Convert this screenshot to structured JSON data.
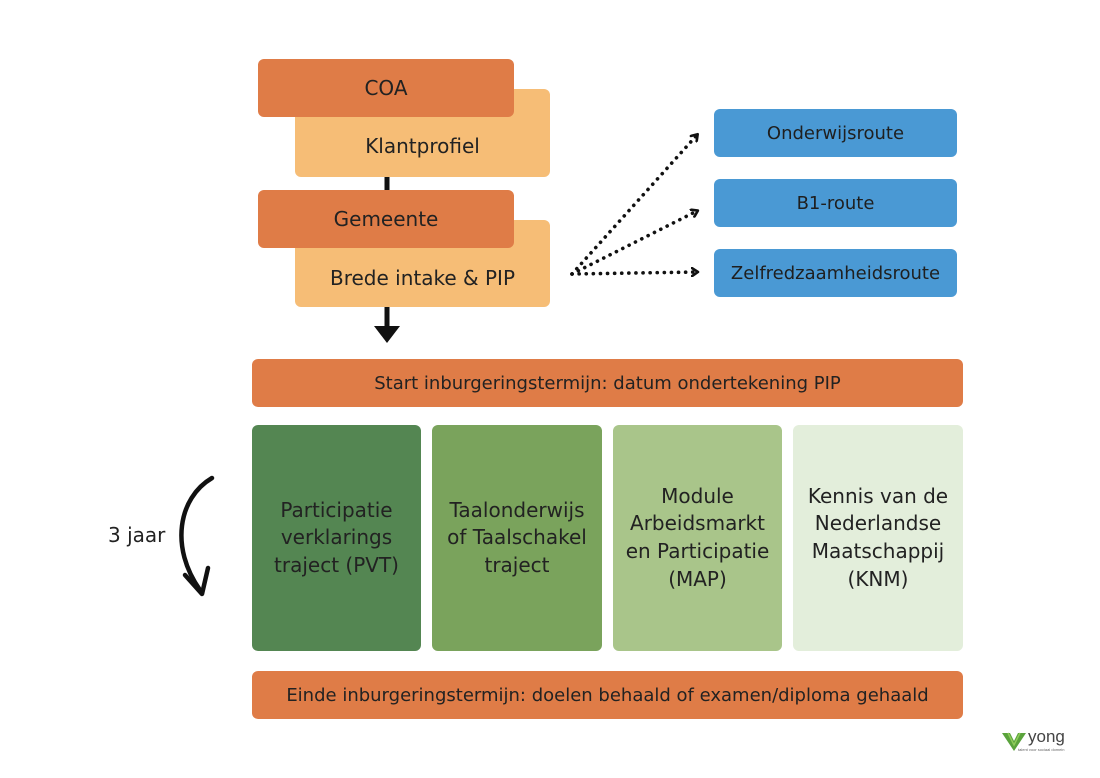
{
  "top": {
    "coa_label": "COA",
    "klantprofiel_label": "Klantprofiel",
    "gemeente_label": "Gemeente",
    "intake_label": "Brede intake & PIP"
  },
  "routes": [
    {
      "label": "Onderwijsroute"
    },
    {
      "label": "B1-route"
    },
    {
      "label": "Zelfredzaamheidsroute"
    }
  ],
  "start_bar": "Start inburgeringstermijn: datum ondertekening PIP",
  "duration_label": "3 jaar",
  "stages": [
    {
      "label": "Participatie\nverklarings\ntraject (PVT)",
      "color": "#548652"
    },
    {
      "label": "Taalonderwijs\nof Taalschakel\ntraject",
      "color": "#7aa35c"
    },
    {
      "label": "Module\nArbeidsmarkt\nen Participatie\n(MAP)",
      "color": "#a9c58a"
    },
    {
      "label": "Kennis van de\nNederlandse\nMaatschappij\n(KNM)",
      "color": "#e3eedb"
    }
  ],
  "end_bar": "Einde inburgeringstermijn: doelen behaald of examen/diploma gehaald",
  "logo": {
    "name": "yong",
    "tagline": "talent voor sociaal domein",
    "icon": "leaf-logo-icon"
  },
  "colors": {
    "dark_orange": "#df7c47",
    "light_orange": "#f6bd76",
    "blue": "#4a99d4"
  }
}
